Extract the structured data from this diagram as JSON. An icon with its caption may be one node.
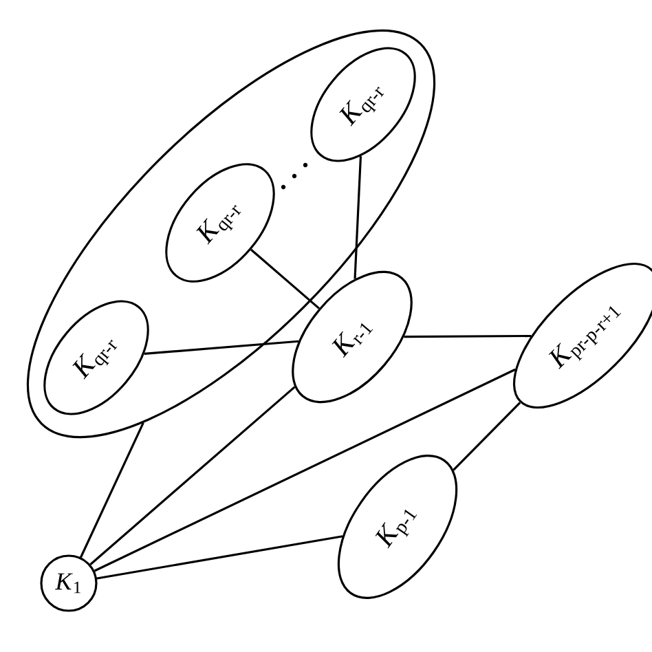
{
  "diagram": {
    "nodes": [
      {
        "text": [],
        "shape": "ellipse"
      },
      {
        "text": [
          "*K*$_{qr-r}$"
        ],
        "in": 0
      },
      {
        "text": [
          "*K*$_{qr-r}$"
        ],
        "in": 0
      },
      {
        "text": [
          "*K*$_{qr-r}$"
        ],
        "in": 0
      },
      {
        "text": [
          "*K*$_{r-1}$"
        ]
      },
      {
        "text": [
          "*K*$_{pr-p-r+1}$"
        ]
      },
      {
        "text": [
          "*K*$_{p-1}$"
        ]
      },
      {
        "text": [
          "*K*$_{1}$"
        ]
      }
    ],
    "edges": [
      {
        "from": 2,
        "to": 4,
        "arrow": "none"
      },
      {
        "from": 3,
        "to": 4,
        "arrow": "none"
      },
      {
        "from": 1,
        "to": 4,
        "arrow": "none"
      },
      {
        "from": 4,
        "to": 5,
        "arrow": "none"
      },
      {
        "from": 0,
        "to": 7,
        "arrow": "none"
      },
      {
        "from": 7,
        "to": 4,
        "arrow": "none"
      },
      {
        "from": 7,
        "to": 5,
        "arrow": "none"
      },
      {
        "from": 7,
        "to": 6,
        "arrow": "none"
      },
      {
        "from": 6,
        "to": 5,
        "arrow": "none"
      }
    ]
  }
}
